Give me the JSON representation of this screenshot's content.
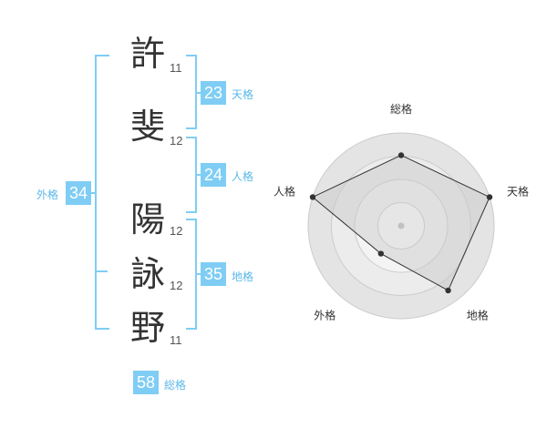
{
  "name": {
    "characters": [
      {
        "char": "許",
        "strokes": "11"
      },
      {
        "char": "斐",
        "strokes": "12"
      },
      {
        "char": "陽",
        "strokes": "12"
      },
      {
        "char": "詠",
        "strokes": "12"
      },
      {
        "char": "野",
        "strokes": "11"
      }
    ]
  },
  "fortune": {
    "tenkaku": {
      "value": "23",
      "label": "天格"
    },
    "jinkaku": {
      "value": "24",
      "label": "人格"
    },
    "chikaku": {
      "value": "35",
      "label": "地格"
    },
    "gaikaku": {
      "value": "34",
      "label": "外格"
    },
    "soukaku": {
      "value": "58",
      "label": "総格"
    }
  },
  "colors": {
    "accent": "#7fcdf4",
    "accent_text": "#5bb8ea",
    "radar_fill": "#e6e6e6",
    "radar_line": "#333333"
  },
  "chart_data": {
    "type": "radar",
    "axes": [
      "総格",
      "天格",
      "地格",
      "外格",
      "人格"
    ],
    "values": [
      0.76,
      1.0,
      0.86,
      0.37,
      1.0
    ],
    "range": [
      0,
      1
    ],
    "rings": 4
  }
}
